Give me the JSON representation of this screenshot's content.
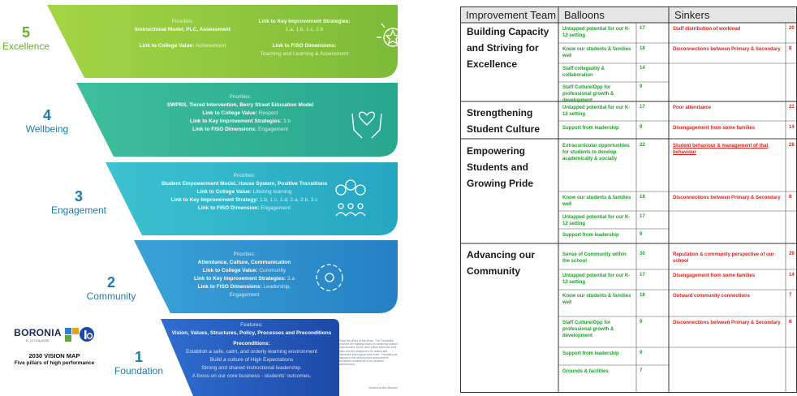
{
  "vision_map": {
    "levels": [
      {
        "number": "5",
        "name": "Excellence"
      },
      {
        "number": "4",
        "name": "Wellbeing"
      },
      {
        "number": "3",
        "name": "Engagement"
      },
      {
        "number": "2",
        "name": "Community"
      },
      {
        "number": "1",
        "name": "Foundation"
      }
    ],
    "tiers": [
      {
        "lines": [
          {
            "label": "Priorities:",
            "value": "",
            "split": false
          },
          {
            "label": "Instructional Model, PLC, Assessment",
            "value": "",
            "split": false
          },
          {
            "label": "Link to College Value:",
            "value": " Achievement",
            "split": true
          }
        ],
        "right_lines": [
          {
            "label": "Link to Key Improvement Strategies:",
            "value": "",
            "split": false
          },
          {
            "label": "1.a, 1.b, 1.c, 2.b",
            "value": "",
            "split": false
          },
          {
            "label": "Link to FISO Dimensions:",
            "value": "",
            "split": false
          },
          {
            "label": "Teaching and Learning & Assessment",
            "value": "",
            "split": false
          }
        ]
      },
      {
        "lines": [
          {
            "label": "Priorities:",
            "value": "",
            "split": false
          },
          {
            "label": "SWPBS, Tiered Intervention, Berry Street Education Model",
            "value": "",
            "split": false
          },
          {
            "label": "Link to College Value:",
            "value": " Respect",
            "split": true
          },
          {
            "label": "Link to Key Improvement Strategies:",
            "value": " 3.b",
            "split": true
          },
          {
            "label": "Link to FISO Dimensions:",
            "value": " Engagement",
            "split": true
          }
        ]
      },
      {
        "lines": [
          {
            "label": "Priorities:",
            "value": "",
            "split": false
          },
          {
            "label": "Student Empowerment Model, House System, Positive Transitions",
            "value": "",
            "split": false
          },
          {
            "label": "Link to College Value:",
            "value": " Lifelong learning",
            "split": true
          },
          {
            "label": "Link to Key Improvement Strategy:",
            "value": " 1.b, 1.c, 1.d, 2.a, 2.b, 3.c",
            "split": true
          },
          {
            "label": "Link to FISO Dimension:",
            "value": " Engagement",
            "split": true
          }
        ]
      },
      {
        "lines": [
          {
            "label": "Priorities:",
            "value": "",
            "split": false
          },
          {
            "label": "Attendance, Culture, Communication",
            "value": "",
            "split": false
          },
          {
            "label": "Link to College Value:",
            "value": " Community",
            "split": true
          },
          {
            "label": "Link to Key Improvement Strategies:",
            "value": " 3.a",
            "split": true
          },
          {
            "label": "Link to FISO Dimensions:",
            "value": " Leadership, Engagement",
            "split": true
          }
        ]
      },
      {
        "lines": [
          {
            "label": "Features:",
            "value": "",
            "split": false
          },
          {
            "label": "Vision, Values, Structures, Policy, Processes and Preconditions",
            "value": "",
            "split": false
          },
          {
            "label": "Preconditions:",
            "value": "",
            "split": false
          },
          {
            "label": "Establish a safe, calm, and orderly learning environment",
            "value": "",
            "split": false
          },
          {
            "label": "Build a culture of High Expectations",
            "value": "",
            "split": false
          },
          {
            "label": "Strong and shared instructional leadership.",
            "value": "",
            "split": false
          },
          {
            "label": "A focus on our core business - students' outcomes.",
            "value": "",
            "split": false
          }
        ]
      }
    ],
    "logo_text": "BORONIA",
    "logo_subtext": "K-12 COLLEGE",
    "title": "2030 VISION MAP",
    "subtitle": "Five pillars of high performance",
    "footnote": "Place the pillars of the Vision. The Foundation provides the building blocks for achieving student improvement. All the other pillars build from their base and are designed to be related and interactive that support each level. The pillars are aligned to the overall school improvement foundation towards all of our students' achievement.",
    "credit": "Created by Ben Brunsch",
    "colors": {
      "tier5": "#8cc63f",
      "tier4": "#2fb59a",
      "tier3": "#2bb3c9",
      "tier2": "#2a8ec9",
      "tier1": "#2458b8",
      "arrow": "#1f4e79",
      "levelText": "#1f7ab0",
      "level5Text": "#6aae28"
    }
  },
  "table": {
    "headers": {
      "team": "Improvement Team",
      "balloons": "Balloons",
      "sinkers": "Sinkers"
    },
    "groups": [
      {
        "team": "Building Capacity and Striving for Excellence",
        "balloons": [
          {
            "item": "Untapped potential for our K-12 setting",
            "value": "17"
          },
          {
            "item": "Know our students & families well",
            "value": "18"
          },
          {
            "item": "Staff collegiality & collaboration",
            "value": "14"
          },
          {
            "item": "Staff Culture/Opp for professional growth & development",
            "value": "9"
          }
        ],
        "sinkers": [
          {
            "item": "Staff distribution of workload",
            "value": "20"
          },
          {
            "item": "Disconnections between Primary & Secondary",
            "value": "8"
          }
        ]
      },
      {
        "team": "Strengthening Student Culture",
        "balloons": [
          {
            "item": "Untapped potential for our K-12 setting",
            "value": "17"
          },
          {
            "item": "Support from leadership",
            "value": "9"
          }
        ],
        "sinkers": [
          {
            "item": "Poor attendance",
            "value": "21"
          },
          {
            "item": "Disengagement from some families",
            "value": "14"
          }
        ]
      },
      {
        "team": "Empowering Students and Growing Pride",
        "balloons": [
          {
            "item": "Extracurricular opportunities for students to develop academically & socially",
            "value": "22"
          },
          {
            "item": "Know our students & families well",
            "value": "18"
          },
          {
            "item": "Untapped potential for our K-12 setting",
            "value": "17"
          },
          {
            "item": "Support from leadership",
            "value": "9"
          }
        ],
        "sinkers": [
          {
            "item": "Student behaviour & management of that behaviour",
            "value": "28"
          },
          {
            "item": "Disconnections between Primary & Secondary",
            "value": "8"
          }
        ]
      },
      {
        "team": "Advancing our Community",
        "balloons": [
          {
            "item": "Sense of Community within the school",
            "value": "30"
          },
          {
            "item": "Untapped potential for our K-12 setting",
            "value": "17"
          },
          {
            "item": "Know our students & families well",
            "value": "18"
          },
          {
            "item": "Staff Culture/Opp for professional growth & development",
            "value": "9"
          },
          {
            "item": "Support from leadership",
            "value": "9"
          },
          {
            "item": "Grounds & facilities",
            "value": "7"
          }
        ],
        "sinkers": [
          {
            "item": "Reputation & community perspective of our school",
            "value": "29"
          },
          {
            "item": "Disengagement from some families",
            "value": "14"
          },
          {
            "item": "Outward community connections",
            "value": "7"
          },
          {
            "item": "Disconnections between Primary & Secondary",
            "value": "8"
          }
        ]
      }
    ]
  }
}
